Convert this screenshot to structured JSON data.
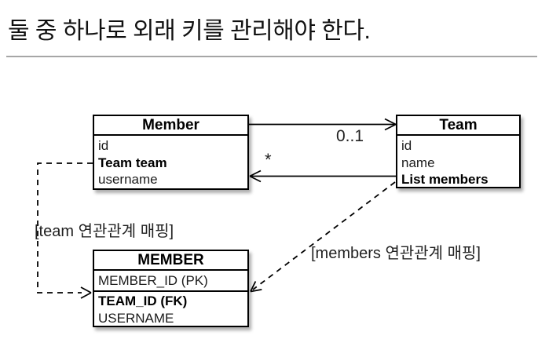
{
  "title": "둘 중 하나로 외래 키를 관리해야 한다.",
  "diagram": {
    "member_entity": {
      "title": "Member",
      "fields": [
        "id",
        "Team team",
        "username"
      ]
    },
    "team_entity": {
      "title": "Team",
      "fields": [
        "id",
        "name",
        "List members"
      ]
    },
    "member_table": {
      "title": "MEMBER",
      "pk_field": "MEMBER_ID (PK)",
      "fields": [
        "TEAM_ID (FK)",
        "USERNAME"
      ]
    },
    "multiplicity_team_side": "0..1",
    "multiplicity_member_side": "*",
    "team_mapping_label": "[team 연관관계 매핑]",
    "members_mapping_label": "[members 연관관계 매핑]"
  },
  "colors": {
    "background": "#ffffff",
    "text": "#1a1a1a",
    "box_border": "#000000",
    "divider_line": "#a6a6a6"
  }
}
